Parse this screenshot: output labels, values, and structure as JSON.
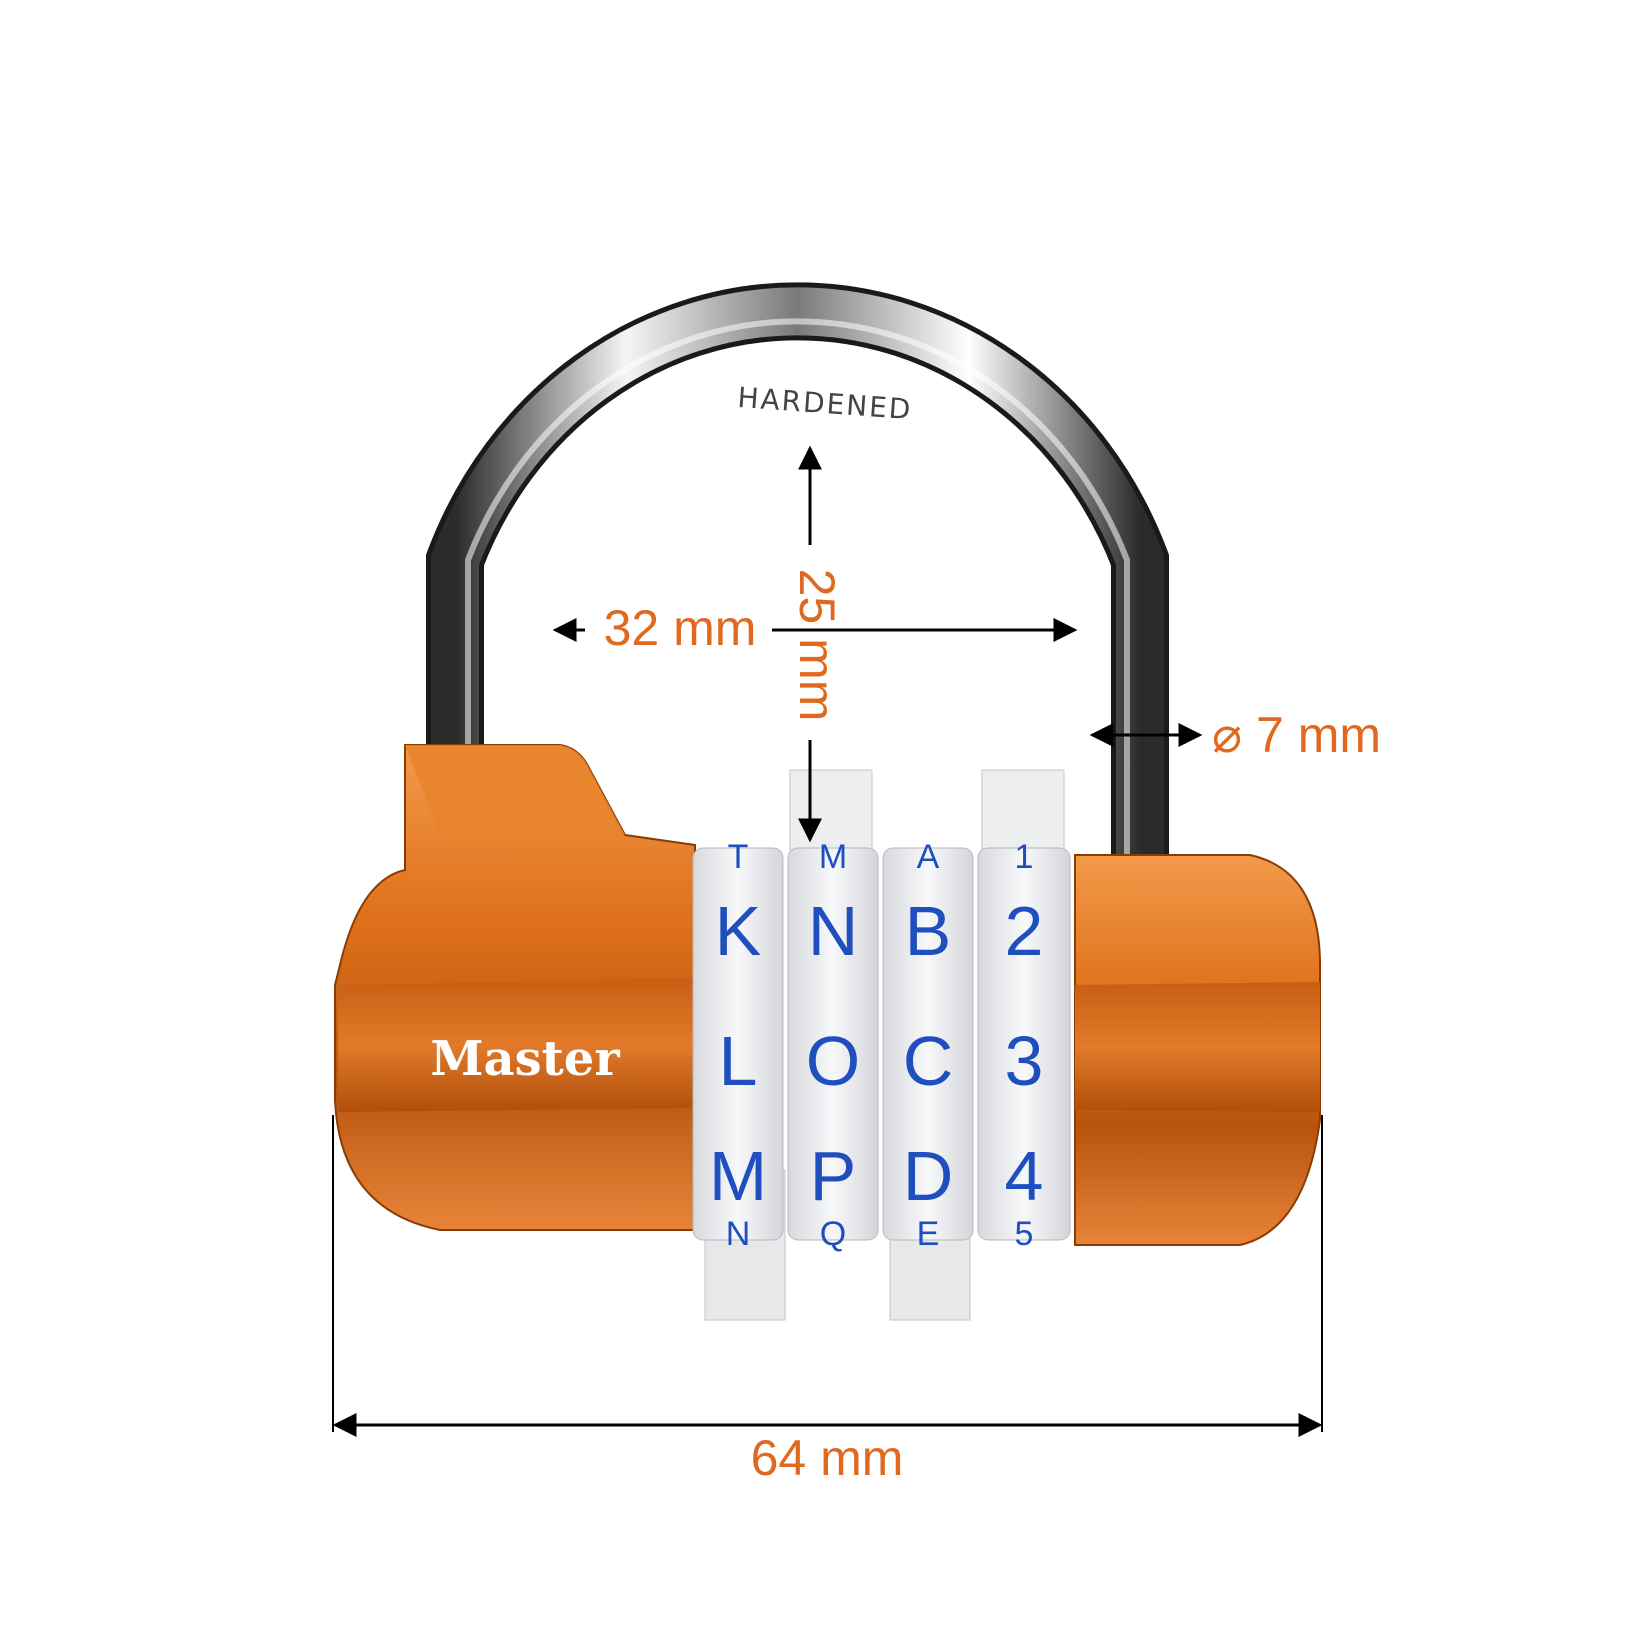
{
  "product": {
    "brand": "Master",
    "shackle_engraving": "HARDENED"
  },
  "dimensions": {
    "shackle_clearance_height": "25 mm",
    "shackle_inner_width": "32 mm",
    "shackle_diameter": "⌀ 7 mm",
    "body_width": "64 mm"
  },
  "dials": [
    {
      "top": "T",
      "row1": "K",
      "row2": "L",
      "row3": "M",
      "bottom": "N"
    },
    {
      "top": "M",
      "row1": "N",
      "row2": "O",
      "row3": "P",
      "bottom": "Q"
    },
    {
      "top": "A",
      "row1": "B",
      "row2": "C",
      "row3": "D",
      "bottom": "E"
    },
    {
      "top": "1",
      "row1": "2",
      "row2": "3",
      "row3": "4",
      "bottom": "5"
    }
  ],
  "colors": {
    "body_orange": "#e0711c",
    "label_orange": "#e0691f",
    "dial_white": "#f2f3f5",
    "dial_text_blue": "#1f4fbf"
  }
}
